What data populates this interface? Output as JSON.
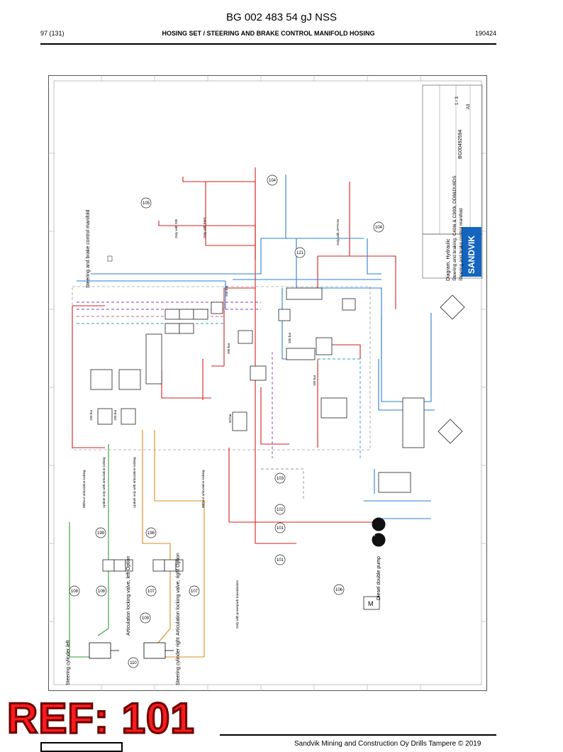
{
  "page": {
    "doc_code": "BG 002 483 54 gJ NSS",
    "page_no": "97 (131)",
    "title": "HOSING SET / STEERING AND BRAKE CONTROL MANIFOLD HOSING",
    "date": "190424",
    "stamp": "REF: 101",
    "footer": "Sandvik Mining and Construction Oy Drills Tampere © 2019"
  },
  "diagram": {
    "manifold_title": "Steering and brake control manifold",
    "steer_left": "Steering cylinder left",
    "steer_right": "Steering cylinder right",
    "lock_left": "Articulation locking valve, left Option",
    "lock_right": "Articulation locking valve, right Option",
    "pump": "Diesel double pump",
    "motor": "M",
    "titleblock_diagram": "Diagram, Hydraulic",
    "titleblock_sub1": "Steering and braking, C406i & C900i, DD8&DU8DS",
    "titleblock_sub2": "Steering and brake control manifold",
    "drawing_no": "BG00492594",
    "brand": "SANDVIK",
    "size": "A3",
    "sheet": "1 / 3",
    "callouts": [
      "105",
      "104",
      "104",
      "121",
      "103",
      "102",
      "101",
      "101",
      "106",
      "108",
      "108",
      "107",
      "107",
      "109",
      "110",
      "199",
      "198"
    ],
    "pressures": [
      "190 bar",
      "190 bar",
      "160 bar",
      "200 bar",
      "200 bar",
      "250 bar",
      "50 bar"
    ],
    "notes": {
      "n1": "Only with S/B",
      "n2": "Only with EMS",
      "n3": "Without articulation locking",
      "n4": "Update only with articulation locking",
      "n5": "Only with powerpack transmission",
      "n6": "Only with OPTION"
    },
    "colors": {
      "red": "#d61f1f",
      "blue": "#2a7fd4",
      "green": "#2ca02c",
      "orange": "#e08a1e",
      "purple": "#8a3fb0",
      "cyan": "#1fa5c9",
      "pink": "#e05a8f"
    }
  }
}
